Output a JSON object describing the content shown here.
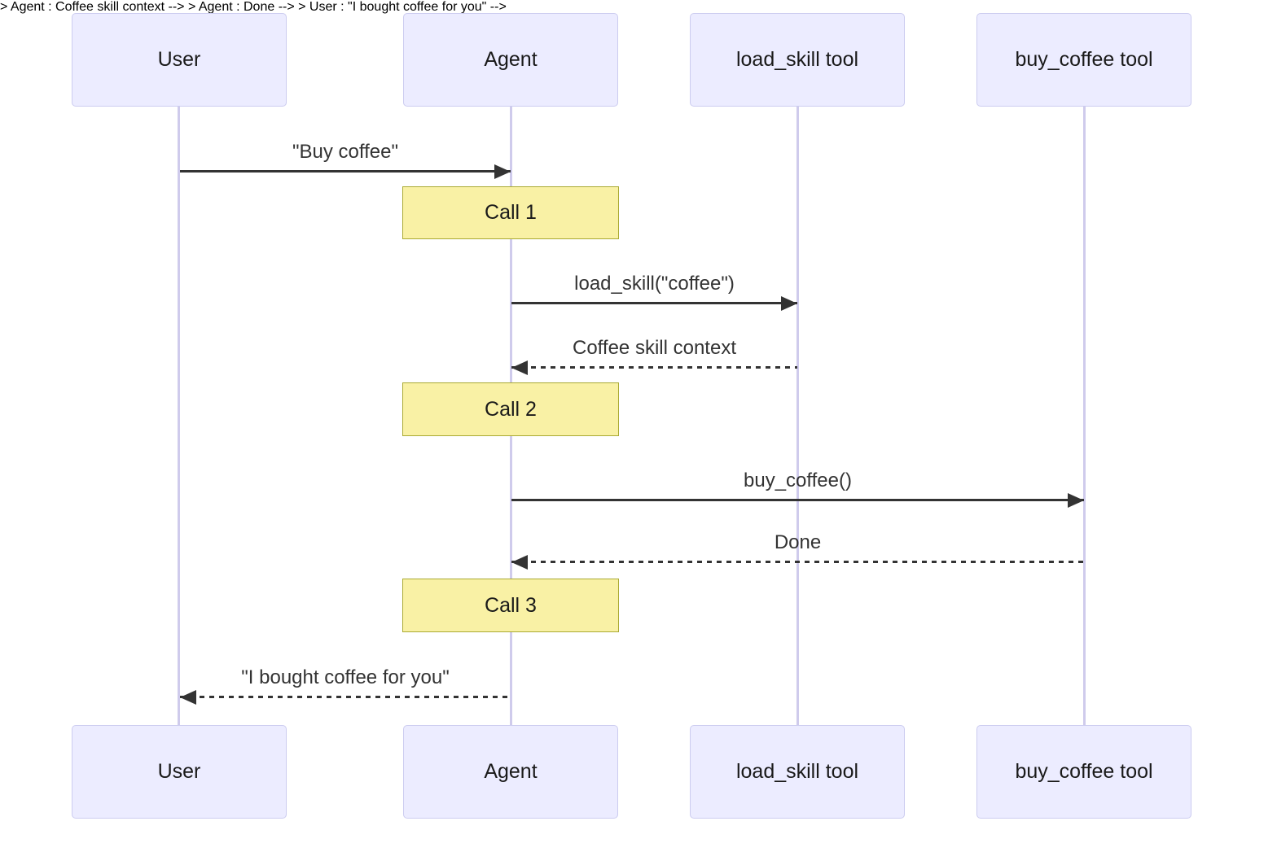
{
  "diagram": {
    "type": "sequence-diagram",
    "actors": [
      {
        "id": "user",
        "label": "User"
      },
      {
        "id": "agent",
        "label": "Agent"
      },
      {
        "id": "load_skill",
        "label": "load_skill tool"
      },
      {
        "id": "buy_coffee",
        "label": "buy_coffee tool"
      }
    ],
    "messages": [
      {
        "from": "User",
        "to": "Agent",
        "label": "\"Buy coffee\"",
        "style": "solid"
      },
      {
        "from": "Agent",
        "to": "load_skill tool",
        "label": "load_skill(\"coffee\")",
        "style": "solid"
      },
      {
        "from": "load_skill tool",
        "to": "Agent",
        "label": "Coffee skill context",
        "style": "dashed"
      },
      {
        "from": "Agent",
        "to": "buy_coffee tool",
        "label": "buy_coffee()",
        "style": "solid"
      },
      {
        "from": "buy_coffee tool",
        "to": "Agent",
        "label": "Done",
        "style": "dashed"
      },
      {
        "from": "Agent",
        "to": "User",
        "label": "\"I bought coffee for you\"",
        "style": "dashed"
      }
    ],
    "activations": [
      {
        "on": "Agent",
        "label": "Call 1"
      },
      {
        "on": "Agent",
        "label": "Call 2"
      },
      {
        "on": "Agent",
        "label": "Call 3"
      }
    ],
    "colors": {
      "actor_fill": "#ECECFF",
      "actor_border": "#CCCCF0",
      "lifeline": "#CFCBEC",
      "activation_fill": "#F9F1A5",
      "activation_border": "#AAAA33",
      "message_line": "#333333",
      "message_text": "#333333",
      "text": "#1a1a1a"
    }
  }
}
